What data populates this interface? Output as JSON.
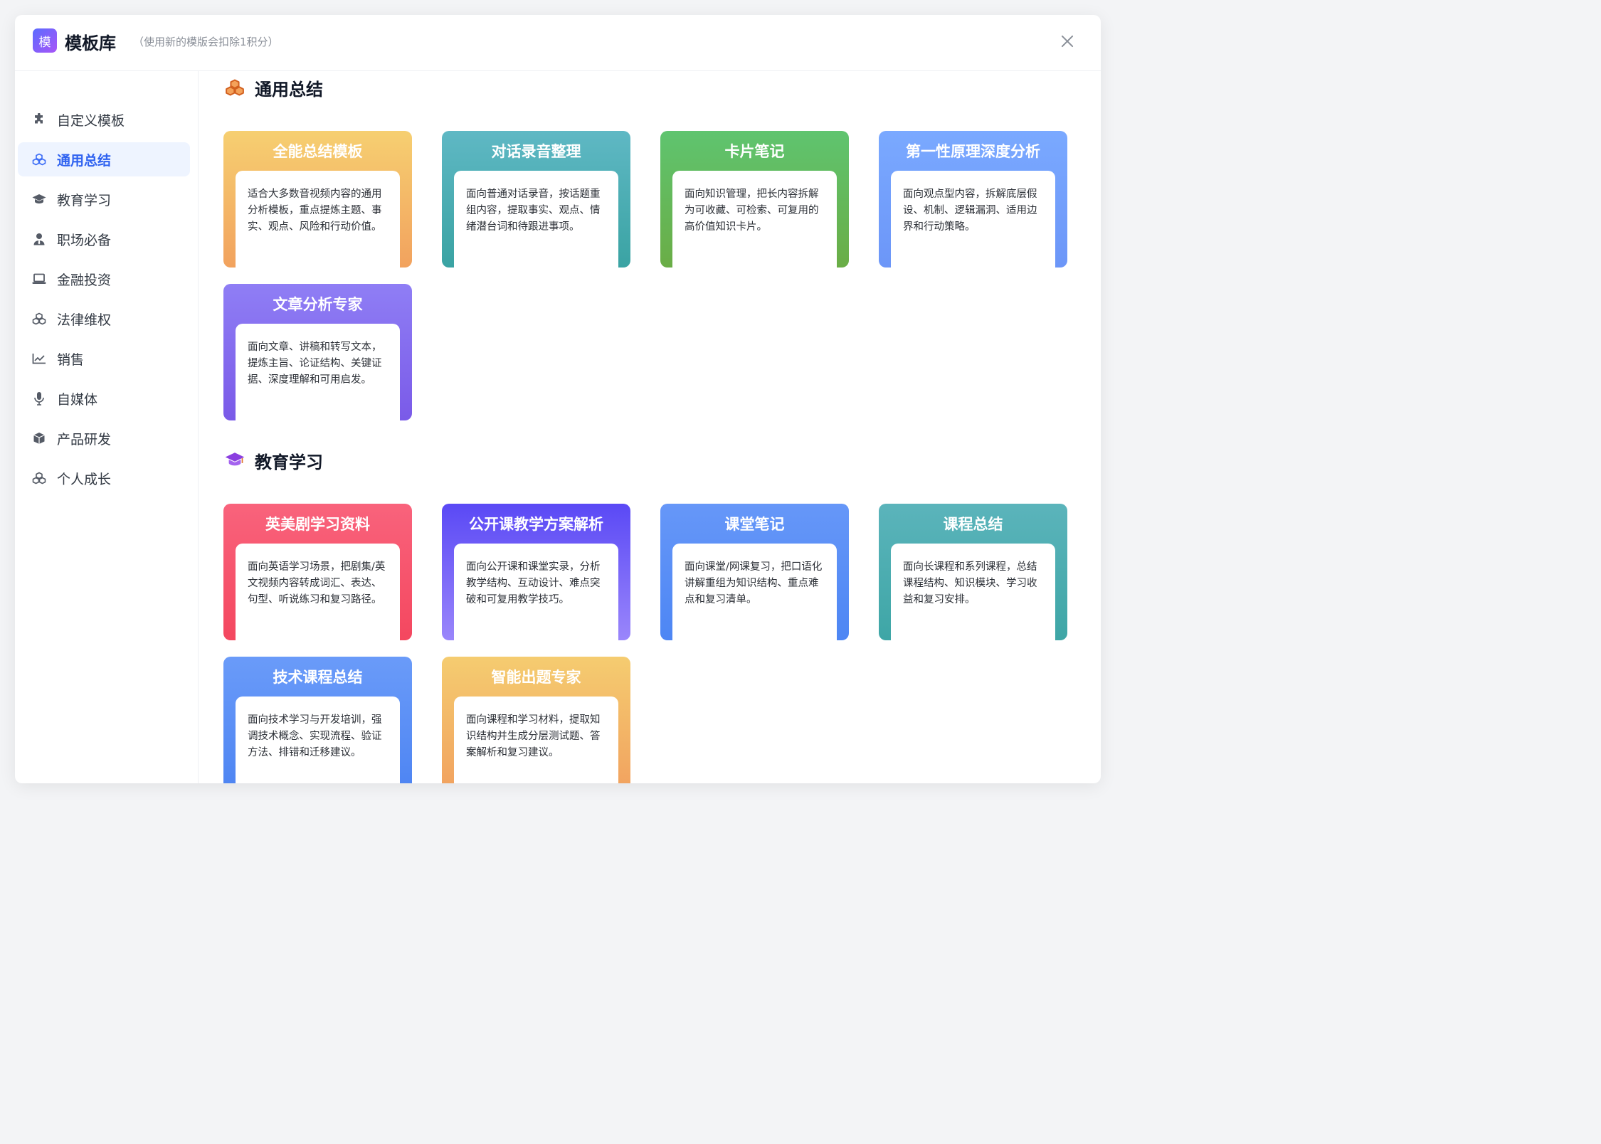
{
  "header": {
    "logo_text": "模",
    "title": "模板库",
    "subtitle": "（使用新的模版会扣除1积分）"
  },
  "sidebar": {
    "items": [
      {
        "label": "自定义模板",
        "icon": "puzzle-icon"
      },
      {
        "label": "通用总结",
        "icon": "cubes-icon",
        "active": true
      },
      {
        "label": "教育学习",
        "icon": "graduation-cap-icon"
      },
      {
        "label": "职场必备",
        "icon": "user-tie-icon"
      },
      {
        "label": "金融投资",
        "icon": "laptop-icon"
      },
      {
        "label": "法律维权",
        "icon": "cubes-icon"
      },
      {
        "label": "销售",
        "icon": "chart-line-icon"
      },
      {
        "label": "自媒体",
        "icon": "microphone-icon"
      },
      {
        "label": "产品研发",
        "icon": "cube-icon"
      },
      {
        "label": "个人成长",
        "icon": "cubes-icon"
      }
    ]
  },
  "sections": [
    {
      "title": "通用总结",
      "icon": "cubes-icon",
      "icon_color": "#e0762b",
      "cards": [
        {
          "title": "全能总结模板",
          "desc": "适合大多数音视频内容的通用分析模板，重点提炼主题、事实、观点、风险和行动价值。"
        },
        {
          "title": "对话录音整理",
          "desc": "面向普通对话录音，按话题重组内容，提取事实、观点、情绪潜台词和待跟进事项。"
        },
        {
          "title": "卡片笔记",
          "desc": "面向知识管理，把长内容拆解为可收藏、可检索、可复用的高价值知识卡片。"
        },
        {
          "title": "第一性原理深度分析",
          "desc": "面向观点型内容，拆解底层假设、机制、逻辑漏洞、适用边界和行动策略。"
        },
        {
          "title": "文章分析专家",
          "desc": "面向文章、讲稿和转写文本，提炼主旨、论证结构、关键证据、深度理解和可用启发。"
        }
      ]
    },
    {
      "title": "教育学习",
      "icon": "graduation-cap-icon",
      "icon_color": "#8b3fe0",
      "cards": [
        {
          "title": "英美剧学习资料",
          "desc": "面向英语学习场景，把剧集/英文视频内容转成词汇、表达、句型、听说练习和复习路径。"
        },
        {
          "title": "公开课教学方案解析",
          "desc": "面向公开课和课堂实录，分析教学结构、互动设计、难点突破和可复用教学技巧。"
        },
        {
          "title": "课堂笔记",
          "desc": "面向课堂/网课复习，把口语化讲解重组为知识结构、重点难点和复习清单。"
        },
        {
          "title": "课程总结",
          "desc": "面向长课程和系列课程，总结课程结构、知识模块、学习收益和复习安排。"
        },
        {
          "title": "技术课程总结",
          "desc": "面向技术学习与开发培训，强调技术概念、实现流程、验证方法、排错和迁移建议。"
        },
        {
          "title": "智能出题专家",
          "desc": "面向课程和学习材料，提取知识结构并生成分层测试题、答案解析和复习建议。"
        }
      ]
    }
  ]
}
